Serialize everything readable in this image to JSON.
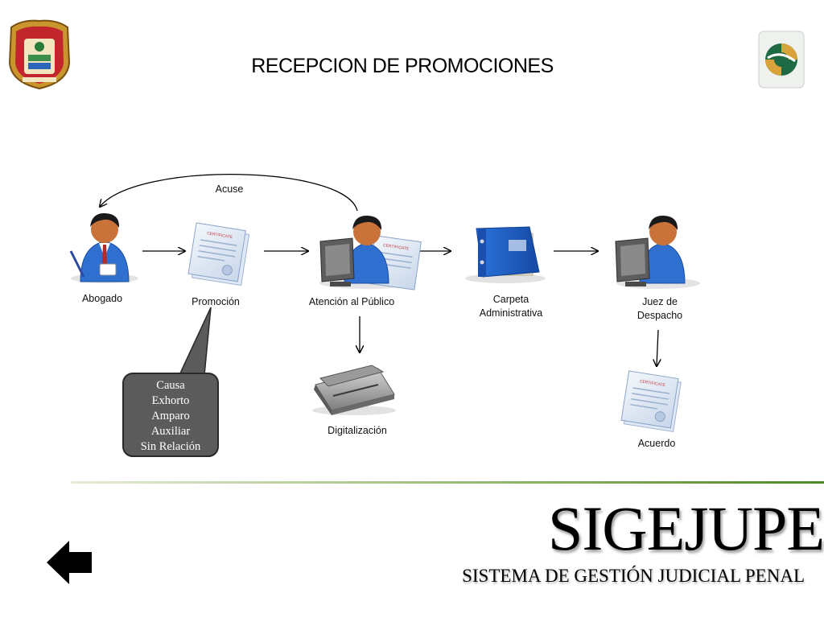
{
  "slide": {
    "title": "RECEPCION DE PROMOCIONES"
  },
  "diagram": {
    "nodes": {
      "abogado": "Abogado",
      "promocion": "Promoción",
      "atencion": "Atención al Público",
      "carpeta_line1": "Carpeta",
      "carpeta_line2": "Administrativa",
      "juez_line1": "Juez de",
      "juez_line2": "Despacho",
      "digitalizacion": "Digitalización",
      "acuerdo": "Acuerdo"
    },
    "acuse_label": "Acuse",
    "promocion_types": [
      "Causa",
      "Exhorto",
      "Amparo",
      "Auxiliar",
      "Sin Relación"
    ],
    "certificate_caption": "CERTIFICATE"
  },
  "branding": {
    "name": "SIGEJUPE",
    "subtitle": "SISTEMA DE GESTIÓN JUDICIAL PENAL"
  },
  "icons": {
    "left_logo": "state-coat-of-arms-icon",
    "right_logo": "sigejupe-emblem-icon",
    "back": "back-arrow-icon"
  },
  "colors": {
    "shirt_blue": "#2f6fd0",
    "folder_blue": "#1d5fc8",
    "callout_gray": "#5b5b5b",
    "divider_green": "#5f8e2a",
    "emblem_gold": "#d9a23a",
    "emblem_green": "#1e6a44"
  }
}
